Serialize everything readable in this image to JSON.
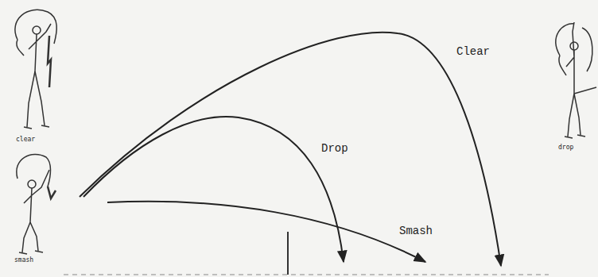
{
  "diagram": {
    "labels": [
      "clear",
      "Clear",
      "drop",
      "Drop",
      "smash",
      "Smash"
    ]
  }
}
